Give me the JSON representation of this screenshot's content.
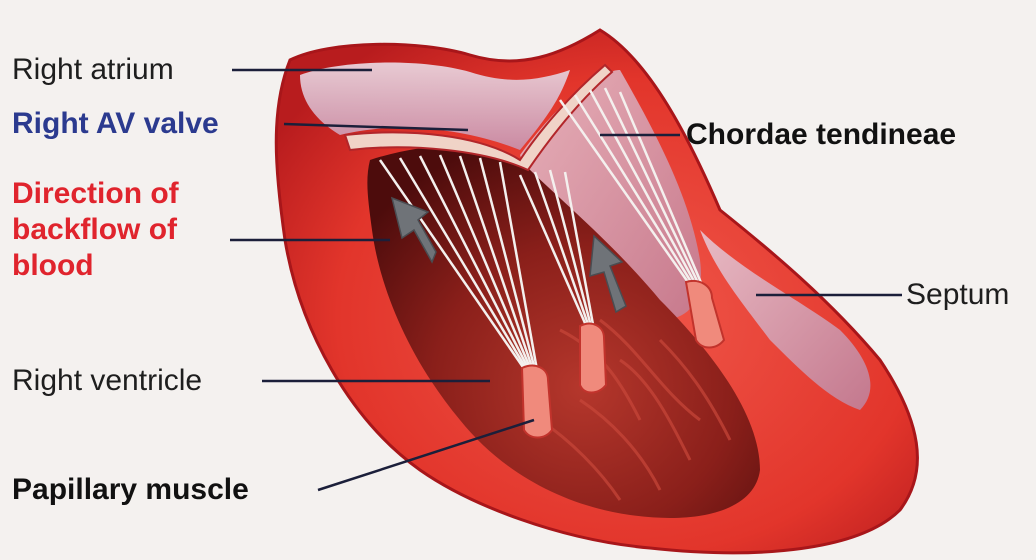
{
  "colors": {
    "muscle": "#e2352b",
    "muscle_dark": "#a5141a",
    "cavity": "#6e1412",
    "lining": "#c88ea6",
    "arrow": "#6f7378",
    "leader": "#1b1f3a"
  },
  "labels": {
    "right_atrium": "Right atrium",
    "right_av_valve": "Right AV valve",
    "backflow_line1": "Direction of",
    "backflow_line2": "backflow of",
    "backflow_line3": "blood",
    "right_ventricle": "Right ventricle",
    "papillary_muscle": "Papillary muscle",
    "chordae_tendineae": "Chordae tendineae",
    "septum": "Septum"
  }
}
